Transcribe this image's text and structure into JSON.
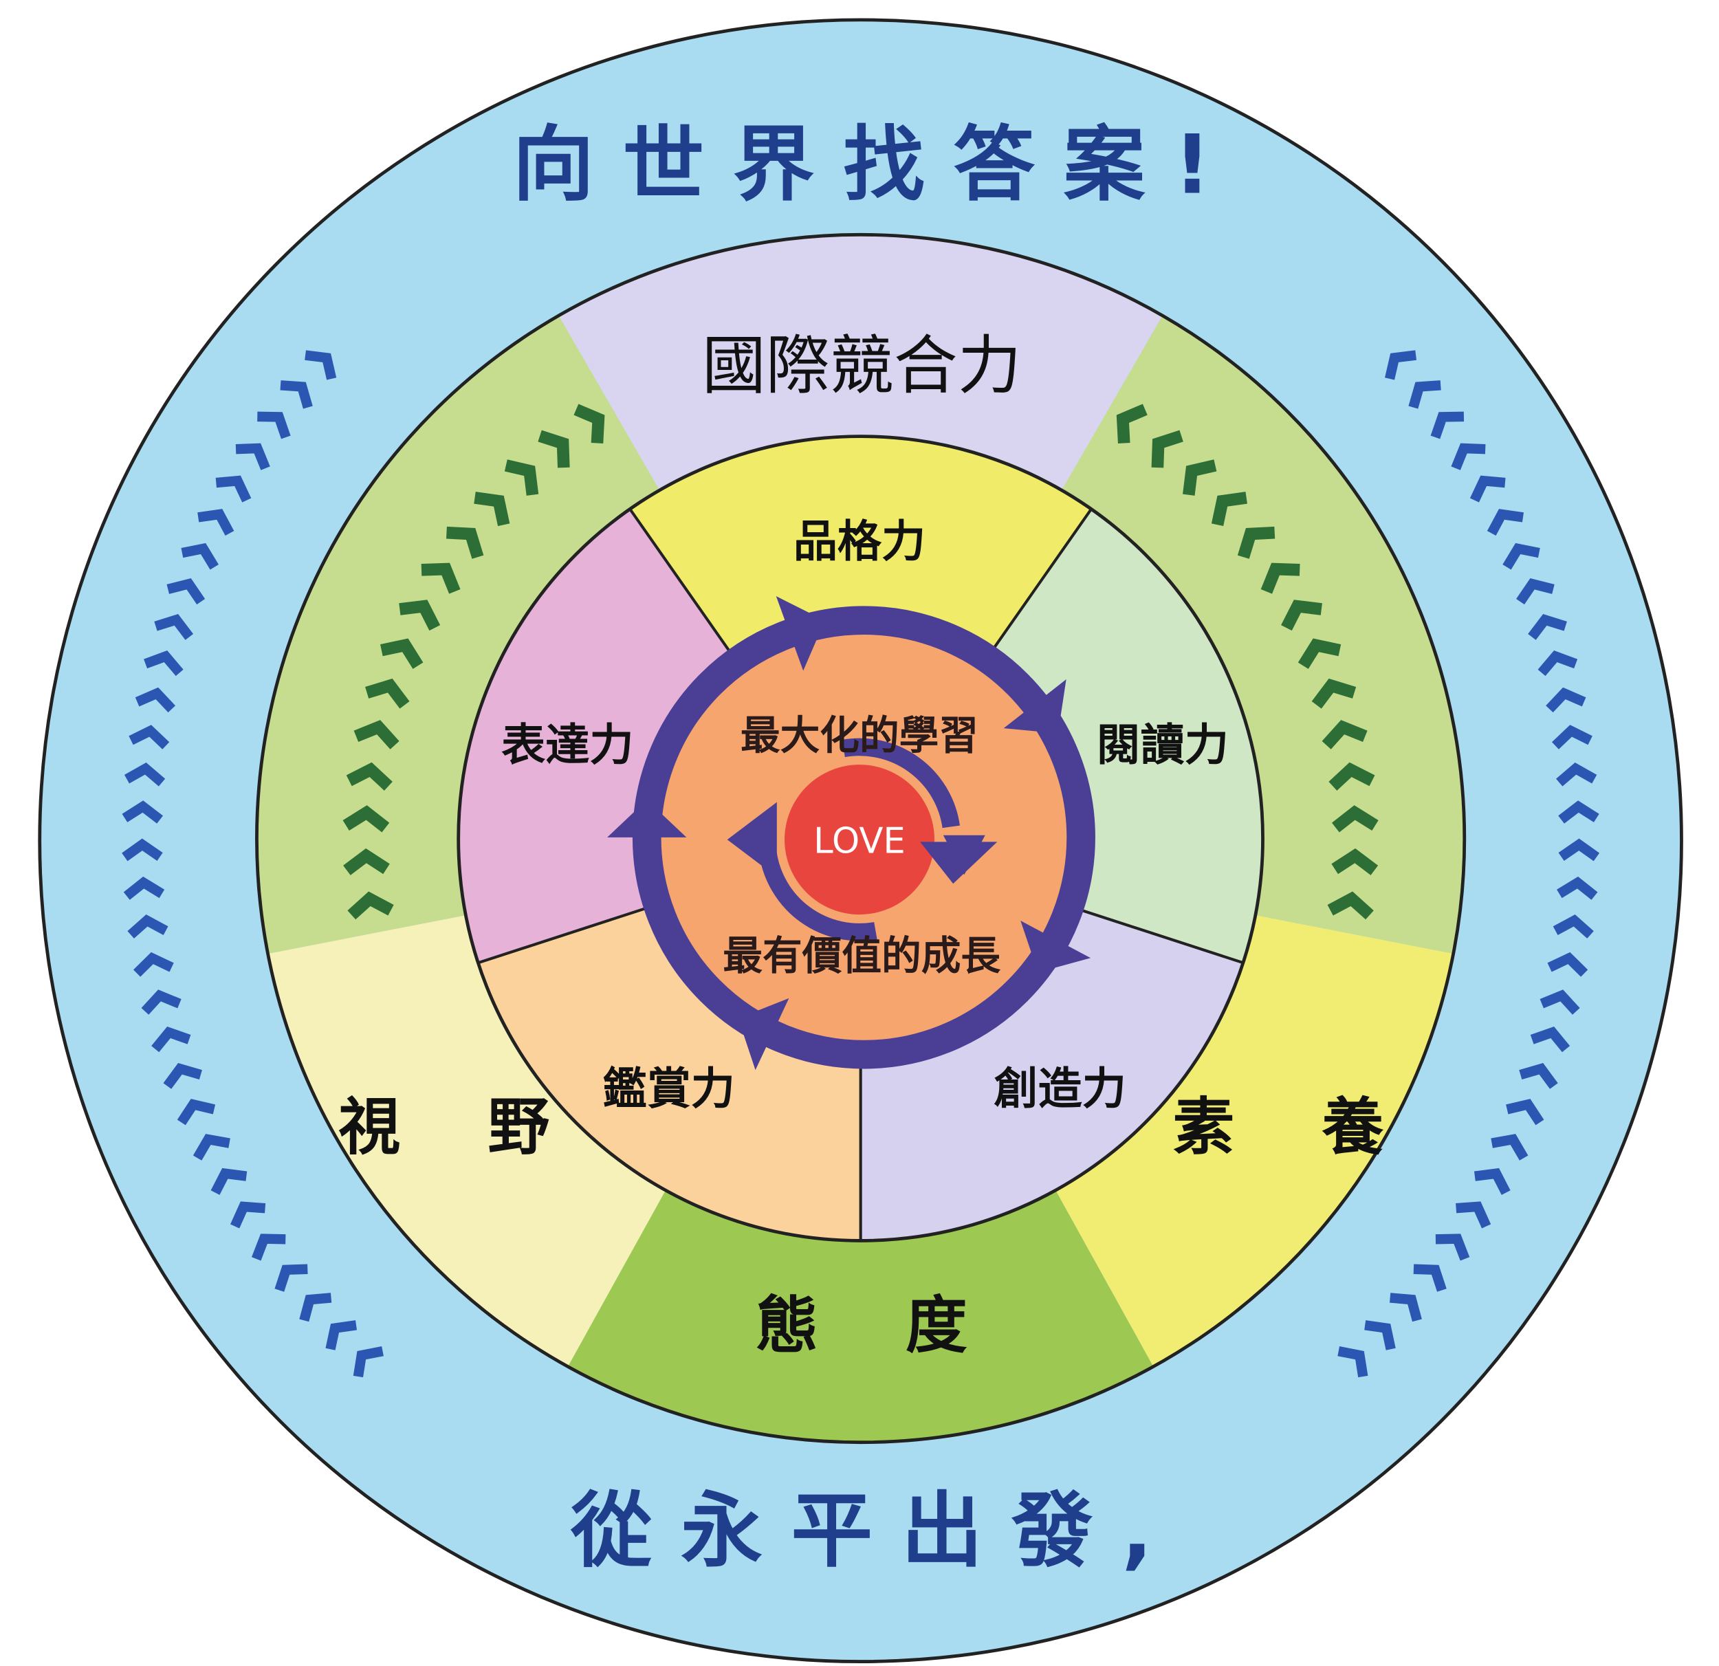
{
  "diagram": {
    "top_slogan": "向世界找答案!",
    "bottom_slogan": "從永平出發,",
    "outer_ring": {
      "top": "國際競合力",
      "left": "視 野",
      "right": "素 養",
      "bottom": "態 度"
    },
    "inner_ring": {
      "top": "品格力",
      "right": "閱讀力",
      "bottom_right": "創造力",
      "bottom_left": "鑑賞力",
      "left": "表達力"
    },
    "core": {
      "upper": "最大化的學習",
      "lower": "最有價值的成長",
      "center": "LOVE"
    }
  },
  "colors": {
    "outer_circle": "#a9dcf1",
    "slogan": "#1f3f8c",
    "blue_chevron": "#2b57b3",
    "green_chevron": "#2d6e36",
    "cycle": "#4a3f95",
    "love": "#e8453f",
    "core": "#f7a56e"
  }
}
